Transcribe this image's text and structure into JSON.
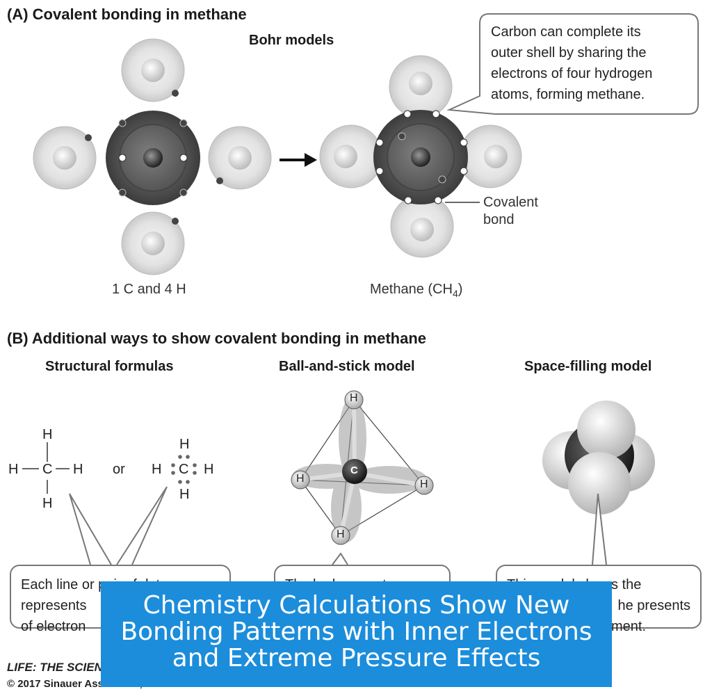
{
  "panel_a": {
    "heading": "(A)  Covalent bonding in methane",
    "subheading": "Bohr models",
    "left_caption": "1 C and 4 H",
    "right_caption_main": "Methane (CH",
    "right_caption_sub": "4",
    "right_caption_end": ")",
    "callout": [
      "Carbon can complete its",
      "outer shell by sharing the",
      "electrons of four hydrogen",
      "atoms, forming methane."
    ],
    "bond_label": [
      "Covalent",
      "bond"
    ]
  },
  "panel_b": {
    "heading": "(B)  Additional ways to show covalent bonding in methane",
    "col1_title": "Structural formulas",
    "col2_title": "Ball-and-stick model",
    "col3_title": "Space-filling model",
    "atom_h": "H",
    "atom_c": "C",
    "or_text": "or",
    "bubble1": [
      "Each line or pair of dots",
      "represents",
      "of electron"
    ],
    "bubble2": [
      "The hydrogen atoms"
    ],
    "bubble3": [
      "This model shows the",
      "he presents",
      "ment."
    ]
  },
  "credits": {
    "line1": "LIFE: THE SCIENCE",
    "line2": "© 2017 Sinauer Associates, Inc."
  },
  "overlay": {
    "title": "Chemistry Calculations Show New Bonding Patterns with Inner Electrons and Extreme Pressure Effects",
    "color": "#1c8ddb"
  }
}
